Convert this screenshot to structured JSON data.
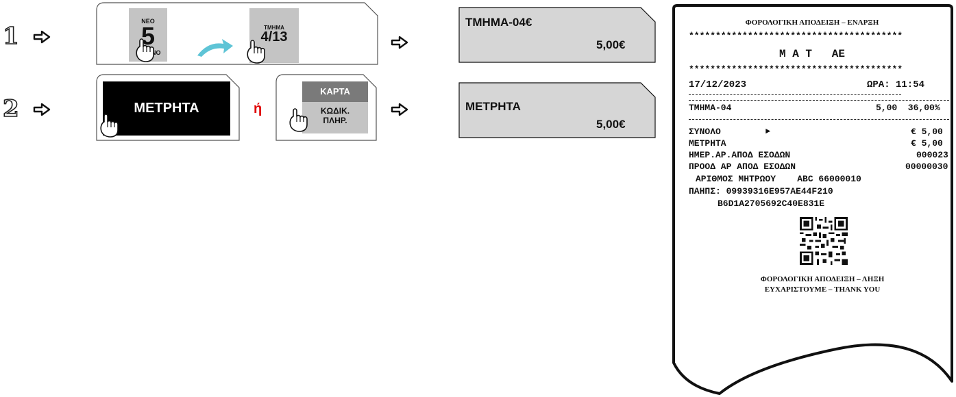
{
  "steps": [
    {
      "number": "1"
    },
    {
      "number": "2"
    }
  ],
  "step1": {
    "key_nea": {
      "top": "ΝΕΟ",
      "digit": "5",
      "bottom": "ΜΝΟ"
    },
    "key_tmhma": {
      "top": "ΤΜΗΜΑ",
      "main": "4/13"
    }
  },
  "step2": {
    "cash_key": "ΜΕΤΡΗΤΑ",
    "or_text": "ή",
    "card_key": {
      "top": "ΚΑΡΤΑ",
      "line1": "ΚΩΔΙΚ.",
      "line2": "ΠΛΗΡ."
    }
  },
  "displays": [
    {
      "line1": "ΤΜΗΜΑ-04€",
      "line2": "5,00€"
    },
    {
      "line1": "ΜΕΤΡΗΤΑ",
      "line2": "5,00€"
    }
  ],
  "receipt": {
    "header": "ΦΟΡΟΛΟΓΙΚΗ ΑΠΟΔΕΙΞΗ – ΕΝΑΡΞΗ",
    "stars": "****************************************",
    "company": "Μ Α Τ   ΑΕ",
    "date": "17/12/2023",
    "time": "ΩΡΑ: 11:54",
    "item_name": "ΤΜΗΜΑ-04",
    "item_value": "5,00  36,00%",
    "total_label": "ΣΥΝΟΛΟ",
    "total_marker": "►",
    "total_value": "€ 5,00",
    "cash_label": "ΜΕΤΡΗΤΑ",
    "cash_value": "€ 5,00",
    "daily_label": "ΗΜΕΡ.ΑΡ.ΑΠΟΔ ΕΣΟΔΩΝ",
    "daily_value": "000023",
    "progressive_label": "ΠΡΟΟΔ ΑΡ ΑΠΟΔ ΕΣΟΔΩΝ",
    "progressive_value": "00000030",
    "registry": "ΑΡΙΘΜΟΣ ΜΗΤΡΩΟΥ    ABC 66000010",
    "signature_line1": "ΠΑΗΠΣ: 09939316E957AE44F210",
    "signature_line2": "B6D1A2705692C40E831E",
    "footer1": "ΦΟΡΟΛΟΓΙΚΗ ΑΠΟΔΕΙΞΗ – ΛΗΞΗ",
    "footer2": "ΕΥΧΑΡΙΣΤΟΥΜΕ – THANK YOU"
  },
  "colors": {
    "or_text": "#e00000",
    "curved_arrow": "#5ec4d6",
    "key_gray": "#c4c4c4",
    "display_fill": "#d6d6d6"
  }
}
